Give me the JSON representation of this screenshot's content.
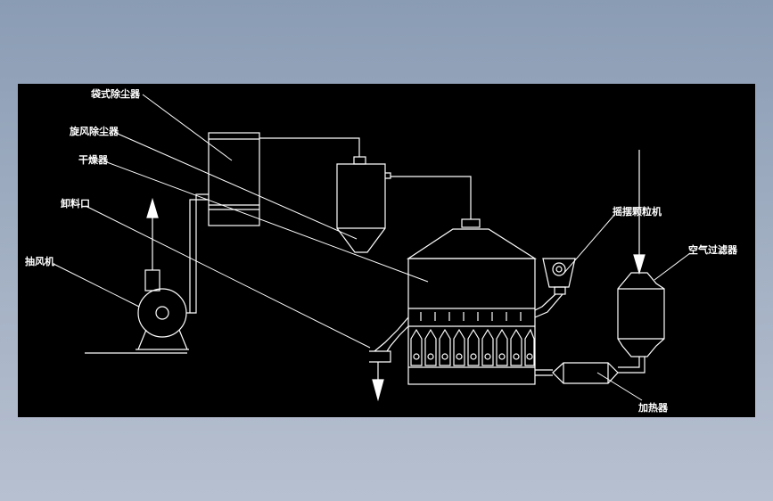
{
  "labels": {
    "bag_filter": "袋式除尘器",
    "cyclone": "旋风除尘器",
    "dryer": "干燥器",
    "discharge_port": "卸料口",
    "exhaust_fan": "抽风机",
    "granulator": "摇摆颗粒机",
    "air_filter": "空气过滤器",
    "heater": "加热器"
  },
  "colors": {
    "background": "#000000",
    "stroke": "#ffffff",
    "frame": "#8a9cb4"
  }
}
